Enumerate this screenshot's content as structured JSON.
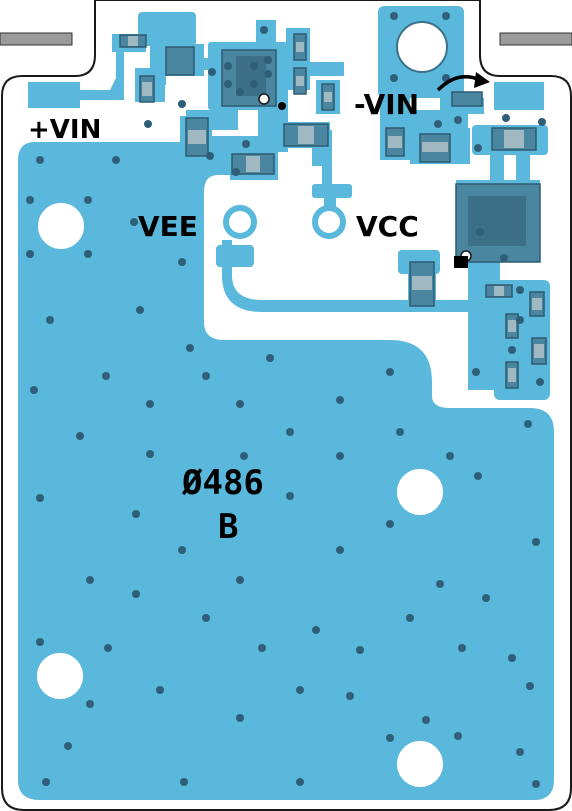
{
  "board": {
    "part_number": "Ø486",
    "revision": "B"
  },
  "labels": {
    "plus_vin": "+VIN",
    "minus_vin": "-VIN",
    "vee": "VEE",
    "vcc": "VCC"
  },
  "colors": {
    "copper": "#5ab8dc",
    "component": "#3c7088",
    "component_fill": "#4a86a0",
    "via": "#2f5f78",
    "outline": "#1a1a1a",
    "tab": "#9b9b9b",
    "hole": "#ffffff"
  },
  "icons": {
    "arrow": "curved-arrow-icon",
    "hole": "mounting-hole-icon",
    "via": "via-dot-icon"
  }
}
